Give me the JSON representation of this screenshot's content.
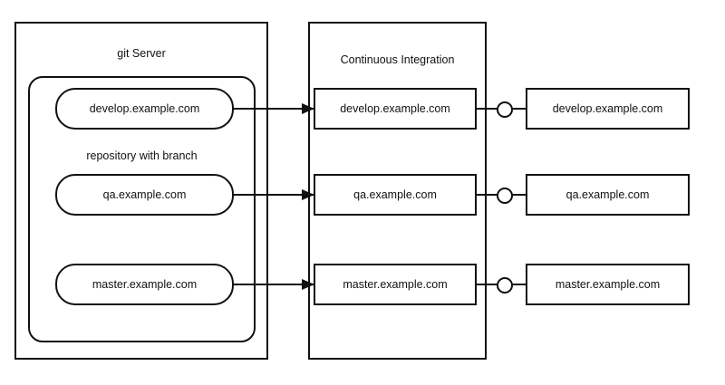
{
  "git_server": {
    "title": "git Server",
    "repo_label": "repository with branch",
    "branches": [
      "develop.example.com",
      "qa.example.com",
      "master.example.com"
    ]
  },
  "ci": {
    "title": "Continuous Integration",
    "jobs": [
      "develop.example.com",
      "qa.example.com",
      "master.example.com"
    ]
  },
  "targets": [
    "develop.example.com",
    "qa.example.com",
    "master.example.com"
  ],
  "colors": {
    "stroke": "#111111",
    "background": "#ffffff"
  }
}
